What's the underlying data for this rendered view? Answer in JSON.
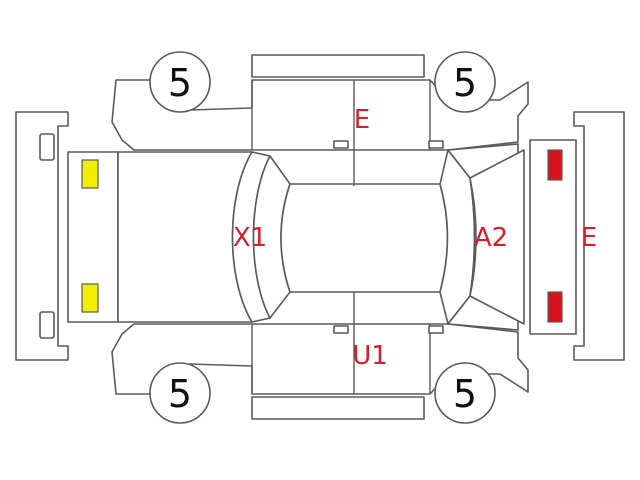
{
  "colors": {
    "outline": "#5a5a5a",
    "damage_code": "#d4202a",
    "front_light": "#f2ee00",
    "rear_light": "#d7141c"
  },
  "tires": {
    "front_left": "5",
    "front_right": "5",
    "rear_left": "5",
    "rear_right": "5"
  },
  "damage": {
    "upper_doors": "E",
    "hood": "X1",
    "rear_window": "A2",
    "rear_bumper": "E",
    "lower_doors": "U1"
  }
}
